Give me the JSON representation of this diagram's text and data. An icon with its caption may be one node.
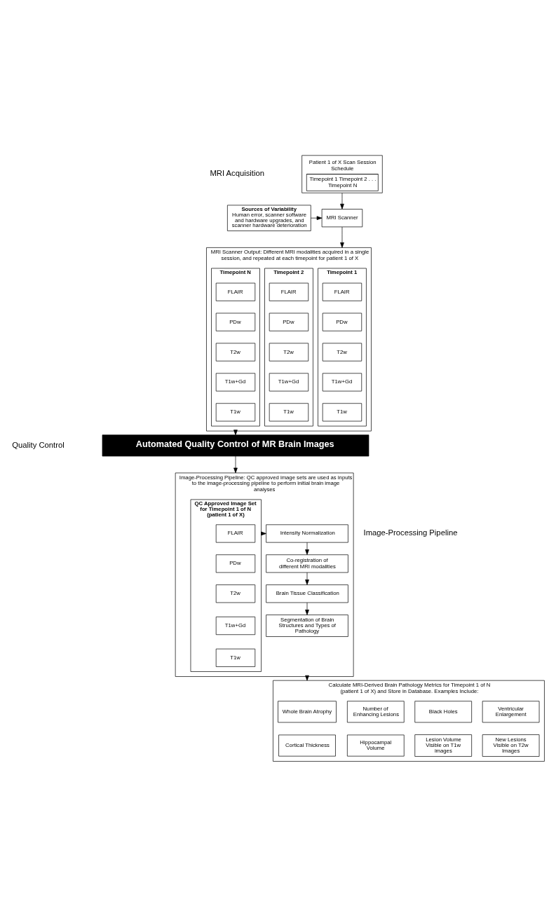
{
  "diagram": {
    "nodes": [
      {
        "text": [
          "Patient 1 of X Scan Session Schedule",
          "Timepoint 1 Timepoint 2 . . . Timepoint N"
        ]
      },
      {
        "text": [
          "Sources of Variability",
          "Human error, scanner software and hardware upgrades, and scanner hardware deterioration"
        ]
      },
      {
        "text": [
          "MRI Scanner"
        ]
      },
      {
        "text": [
          "MRI Scanner Output: Different MRI modalities acquired in a single session, and repeated at each timepoint for patient 1 of X"
        ]
      },
      {
        "text": [
          "Timepoint 1"
        ],
        "in": 3
      },
      {
        "text": [
          "FLAIR"
        ],
        "in": 4
      },
      {
        "text": [
          "PDw"
        ],
        "in": 4
      },
      {
        "text": [
          "T2w"
        ],
        "in": 4
      },
      {
        "text": [
          "T1w+Gd"
        ],
        "in": 4
      },
      {
        "text": [
          "T1w"
        ],
        "in": 4
      },
      {
        "text": [
          "Timepoint 2"
        ],
        "in": 3
      },
      {
        "text": [
          "FLAIR"
        ],
        "in": 10
      },
      {
        "text": [
          "PDw"
        ],
        "in": 10
      },
      {
        "text": [
          "T2w"
        ],
        "in": 10
      },
      {
        "text": [
          "T1w+Gd"
        ],
        "in": 10
      },
      {
        "text": [
          "T1w"
        ],
        "in": 10
      },
      {
        "text": [
          "Timepoint N"
        ],
        "in": 3
      },
      {
        "text": [
          "FLAIR"
        ],
        "in": 16
      },
      {
        "text": [
          "PDw"
        ],
        "in": 16
      },
      {
        "text": [
          "T2w"
        ],
        "in": 16
      },
      {
        "text": [
          "T1w+Gd"
        ],
        "in": 16
      },
      {
        "text": [
          "T1w"
        ],
        "in": 16
      },
      {
        "text": [
          "Automated Quality Control of MR Brain Images"
        ]
      },
      {
        "text": [
          "Image-Processing Pipeline: QC approved image sets are used as inputs to the image-processing pipeline to perform initial brain image analyses"
        ]
      },
      {
        "text": [
          "QC Approved Image Set for Timepoint 1 of N (patient 1 of X)"
        ],
        "in": 23
      },
      {
        "text": [
          "FLAIR"
        ],
        "in": 24
      },
      {
        "text": [
          "PDw"
        ],
        "in": 24
      },
      {
        "text": [
          "T2w"
        ],
        "in": 24
      },
      {
        "text": [
          "T1w+Gd"
        ],
        "in": 24
      },
      {
        "text": [
          "T1w"
        ],
        "in": 24
      },
      {
        "text": [
          "Intensity Normalization"
        ],
        "in": 23
      },
      {
        "text": [
          "Co-registration of different MRI modalities"
        ],
        "in": 23
      },
      {
        "text": [
          "Brain Tissue Classification"
        ],
        "in": 23
      },
      {
        "text": [
          "Segmentation of Brain Structures and Types of Pathology"
        ],
        "in": 23
      },
      {
        "text": [
          "Calculate MRI-Derived Brain Pathology Metrics for Timepoint 1 of N (patient 1 of X) and Store in Database. Examples Include:"
        ]
      },
      {
        "text": [
          "Whole Brain Atrophy"
        ],
        "in": 34
      },
      {
        "text": [
          "Number of Enhancing Lesions"
        ],
        "in": 34
      },
      {
        "text": [
          "Black Holes"
        ],
        "in": 34
      },
      {
        "text": [
          "Ventricular Enlargement"
        ],
        "in": 34
      },
      {
        "text": [
          "Cortical Thickness"
        ],
        "in": 34
      },
      {
        "text": [
          "Hippocampal Volume"
        ],
        "in": 34
      },
      {
        "text": [
          "Lesion Volume Visible on T1w images"
        ],
        "in": 34
      },
      {
        "text": [
          "New Lesions Visible on T2w Images"
        ],
        "in": 34
      }
    ],
    "edges": [
      {
        "from": 0,
        "to": 2,
        "arrow": "to"
      },
      {
        "from": 1,
        "to": 2,
        "arrow": "to"
      },
      {
        "from": 2,
        "to": 3,
        "arrow": "to"
      },
      {
        "from": 3,
        "to": 22,
        "arrow": "to"
      },
      {
        "from": 22,
        "to": 23,
        "arrow": "to"
      },
      {
        "from": 24,
        "to": 30,
        "arrow": "to"
      },
      {
        "from": 30,
        "to": 31,
        "arrow": "to"
      },
      {
        "from": 31,
        "to": 32,
        "arrow": "to"
      },
      {
        "from": 32,
        "to": 33,
        "arrow": "to"
      },
      {
        "from": 23,
        "to": 34,
        "arrow": "to"
      }
    ],
    "labels": [
      "MRI Acquisition",
      "Quality Control",
      "Image-Processing Pipeline"
    ]
  }
}
